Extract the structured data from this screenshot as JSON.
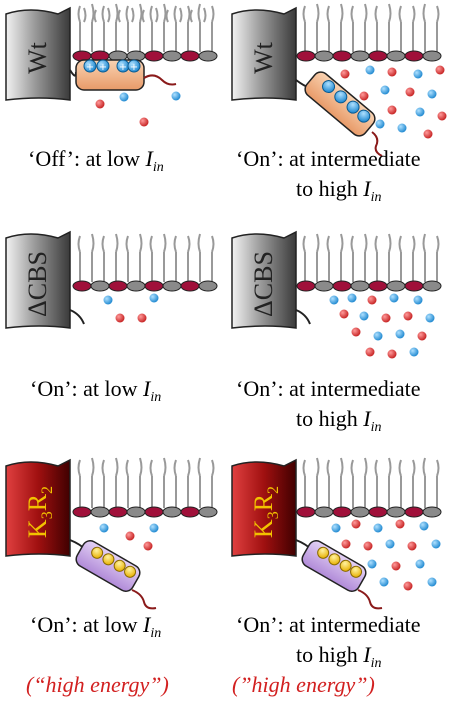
{
  "panels": [
    {
      "id": "wt-off",
      "channel_label": "Wt",
      "caption": {
        "pre": "‘Off’: at low ",
        "var": "I",
        "sub": "in"
      }
    },
    {
      "id": "wt-on",
      "channel_label": "Wt",
      "caption": {
        "pre": "‘On’: at intermediate",
        "line2": "to high ",
        "var": "I",
        "sub": "in"
      }
    },
    {
      "id": "dcbs-low",
      "channel_label": "ΔCBS",
      "caption": {
        "pre": "‘On’: at low ",
        "var": "I",
        "sub": "in"
      }
    },
    {
      "id": "dcbs-high",
      "channel_label": "ΔCBS",
      "caption": {
        "pre": "‘On’: at intermediate",
        "line2": "to high ",
        "var": "I",
        "sub": "in"
      }
    },
    {
      "id": "k3r2-low",
      "channel_label": {
        "k": "K",
        "k_sub": "3",
        "r": "R",
        "r_sub": "2"
      },
      "caption": {
        "pre": "‘On’: at low ",
        "var": "I",
        "sub": "in"
      }
    },
    {
      "id": "k3r2-high",
      "channel_label": {
        "k": "K",
        "k_sub": "3",
        "r": "R",
        "r_sub": "2"
      },
      "caption": {
        "pre": "‘On’: at intermediate",
        "line2": "to high ",
        "var": "I",
        "sub": "in"
      }
    }
  ],
  "footnotes": {
    "left": "(“high energy”)",
    "right": "(”high energy”)"
  },
  "colors": {
    "grey_channel": "#6e6e6e",
    "red_channel": "#8b0000",
    "lipid_red": "#a0103a",
    "lipid_grey": "#8a8a8a",
    "ion_blue": "#2f9bd6",
    "ion_red": "#cf3030",
    "domain_fill": "#f0b58a",
    "domain_blue": "#1e90d8",
    "domain_purple": "#c9a7e8",
    "bead_yellow": "#f4c20d",
    "label_yellow": "#f2c200",
    "note_red": "#d22020"
  }
}
